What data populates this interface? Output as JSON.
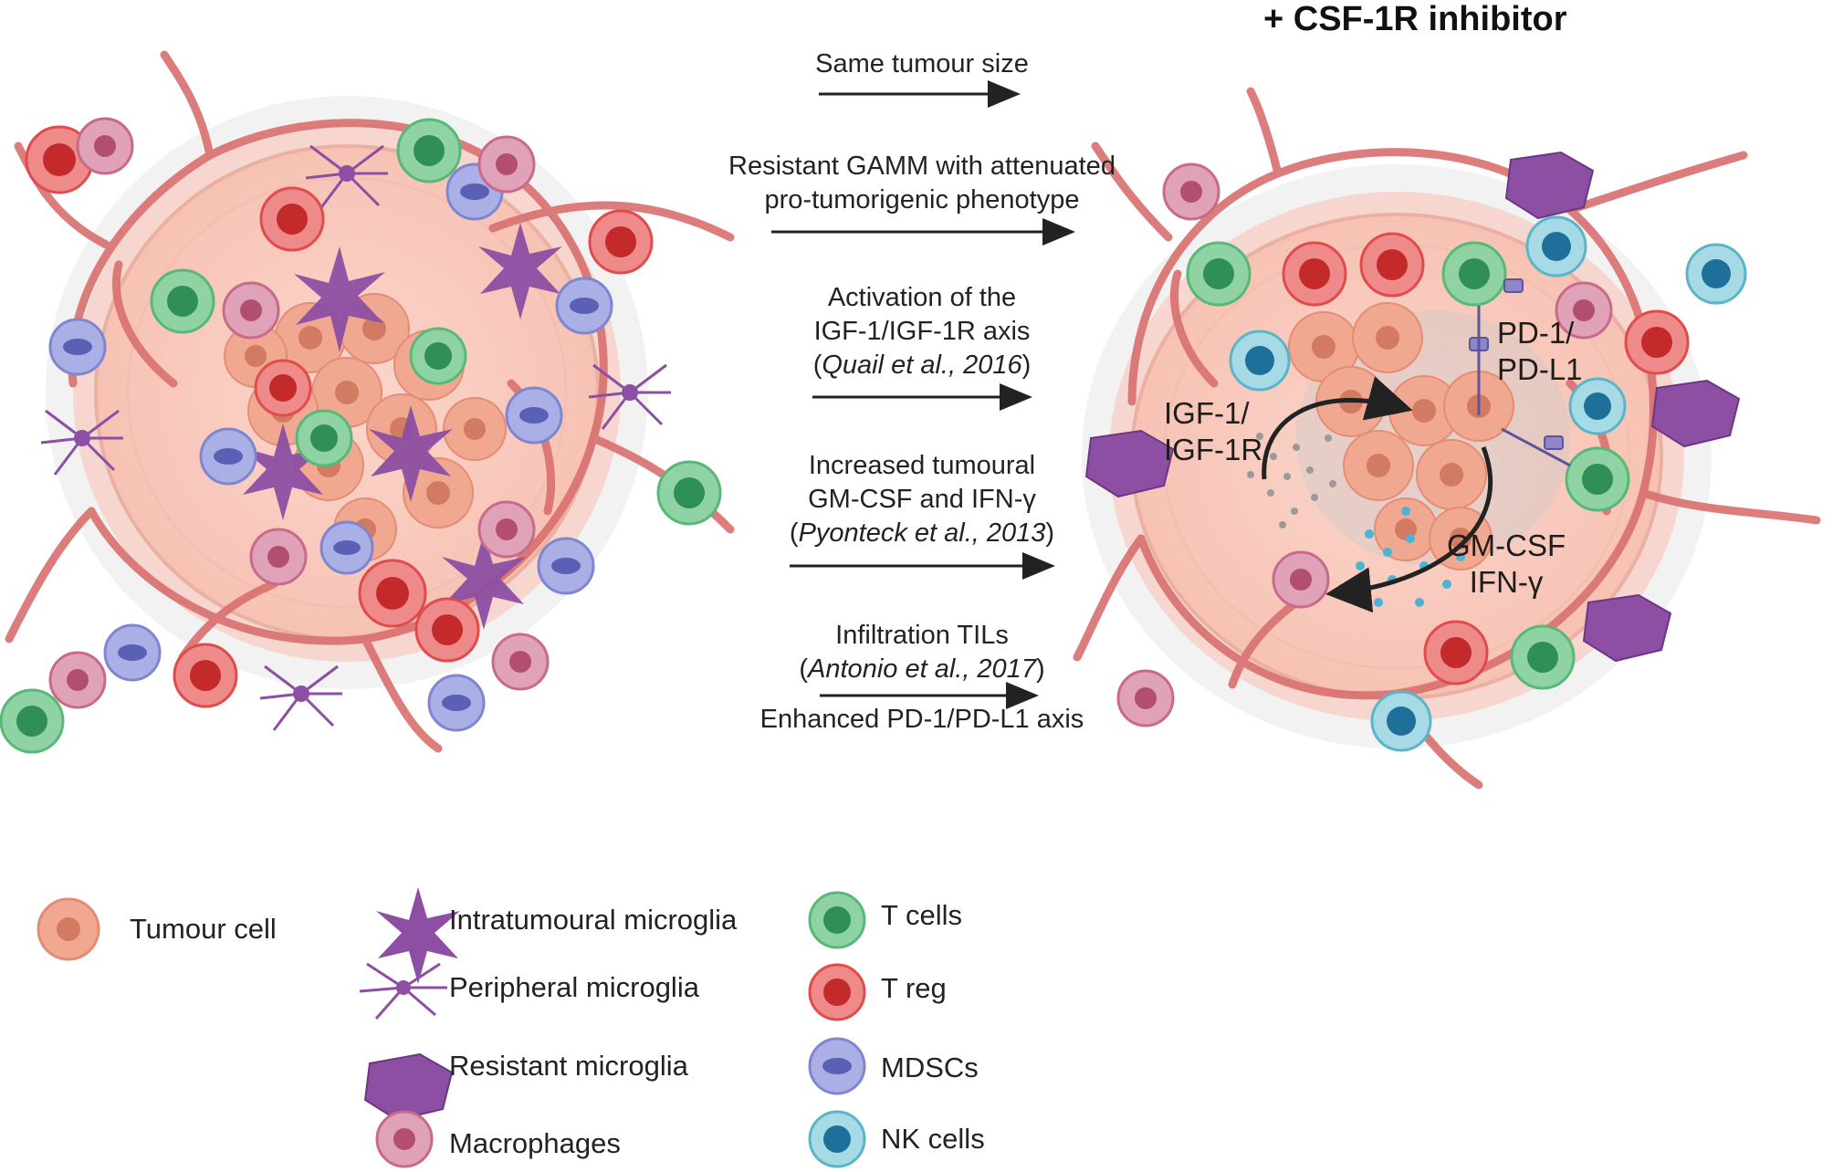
{
  "right_panel": {
    "title": "+ CSF-1R inhibitor",
    "overlay": {
      "igf_line1": "IGF-1/",
      "igf_line2": "IGF-1R",
      "pd_line1": "PD-1/",
      "pd_line2": "PD-L1",
      "gm_line1": "GM-CSF",
      "gm_line2": "IFN-γ"
    }
  },
  "arrows": [
    {
      "lines": [
        "Same tumour size"
      ]
    },
    {
      "lines": [
        "Resistant GAMM with attenuated",
        "pro-tumorigenic phenotype"
      ]
    },
    {
      "lines": [
        "Activation of the",
        "IGF-1/IGF-1R axis"
      ],
      "citation": {
        "name": "Quail et al., 2016"
      }
    },
    {
      "lines": [
        "Increased tumoural",
        "GM-CSF and IFN-γ"
      ],
      "citation": {
        "name": "Pyonteck et al., 2013"
      }
    },
    {
      "lines": [
        "Infiltration TILs"
      ],
      "citation": {
        "name": "Antonio et al., 2017"
      },
      "below": "Enhanced PD-1/PD-L1 axis"
    }
  ],
  "legend": {
    "tumour": "Tumour cell",
    "intra_microglia": "Intratumoural microglia",
    "peripheral_microglia": "Peripheral microglia",
    "resistant_microglia": "Resistant microglia",
    "macrophages": "Macrophages",
    "t_cells": "T cells",
    "t_reg": "T reg",
    "mdscs": "MDSCs",
    "nk_cells": "NK cells"
  },
  "colors": {
    "vessel": "#d9706f",
    "tumour_fill": "#f0a891",
    "tumour_nucleus": "#d27a62",
    "microglia": "#8c4fa3",
    "tcell": "#58b877",
    "treg": "#e14b4b",
    "mdsc": "#7f86cf",
    "nk": "#5cb4c9",
    "macrophage": "#c86a8a"
  }
}
